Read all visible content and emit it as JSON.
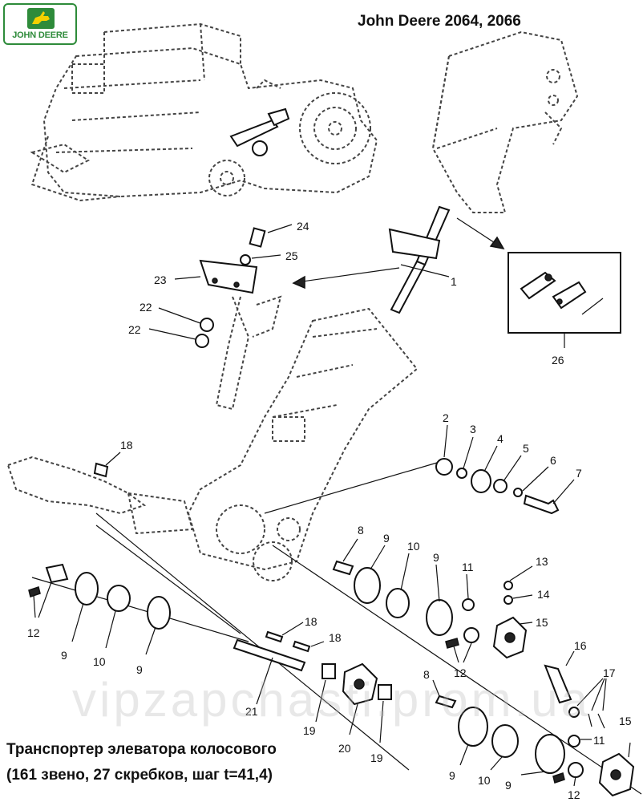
{
  "logo": {
    "brand": "JOHN DEERE",
    "icon": "deer-logo-icon"
  },
  "title": "John Deere 2064, 2066",
  "caption": {
    "line1": "Транспортер элеватора колосового",
    "line2": "(161 звено, 27 скребков, шаг t=41,4)"
  },
  "watermark": "vipzapchasti.prom.ua",
  "colors": {
    "brand_green": "#2e8b3a",
    "line": "#111111"
  },
  "callouts": [
    "1",
    "2",
    "3",
    "4",
    "5",
    "6",
    "7",
    "8",
    "9",
    "10",
    "11",
    "12",
    "13",
    "14",
    "15",
    "16",
    "17",
    "18",
    "19",
    "20",
    "21",
    "22",
    "23",
    "24",
    "25",
    "26"
  ],
  "labels": {
    "n1": "1",
    "n2": "2",
    "n3": "3",
    "n4": "4",
    "n5": "5",
    "n6": "6",
    "n7": "7",
    "n8a": "8",
    "n9a": "9",
    "n10a": "10",
    "n9b": "9",
    "n11a": "11",
    "n13": "13",
    "n14": "14",
    "n15a": "15",
    "n12a": "12",
    "n16": "16",
    "n17": "17",
    "n8b": "8",
    "n11b": "11",
    "n15b": "15",
    "n9c": "9",
    "n10b": "10",
    "n9d": "9",
    "n12b": "12",
    "n12c": "12",
    "n9e": "9",
    "n10c": "10",
    "n9f": "9",
    "n18a": "18",
    "n18b": "18",
    "n18c": "18",
    "n21": "21",
    "n19a": "19",
    "n20": "20",
    "n19b": "19",
    "n22a": "22",
    "n22b": "22",
    "n23": "23",
    "n24": "24",
    "n25": "25",
    "n26": "26"
  }
}
